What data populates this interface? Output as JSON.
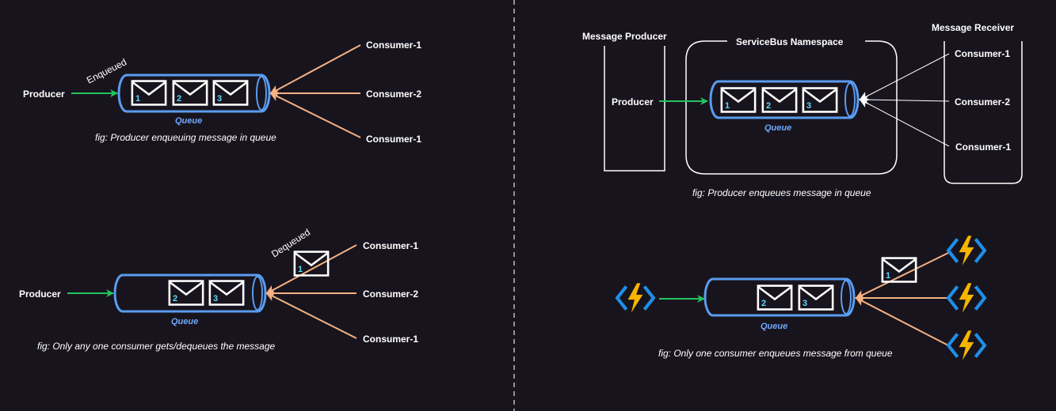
{
  "colors": {
    "background": "#18141d",
    "queue_border": "#5a9cf0",
    "producer_arrow": "#22c55e",
    "consumer_line_orange": "#f4b183",
    "consumer_line_white": "#ffffff",
    "queue_label": "#6fa8ff",
    "message_number": "#5fd8ff",
    "bolt_yellow": "#f7b500",
    "bracket_blue": "#1e8fe8"
  },
  "panel_top_left": {
    "producer_label": "Producer",
    "arrow_label": "Enqueued",
    "queue_label": "Queue",
    "messages": [
      "1",
      "2",
      "3"
    ],
    "consumers": [
      "Consumer-1",
      "Consumer-2",
      "Consumer-1"
    ],
    "caption": "fig: Producer enqueuing message in queue"
  },
  "panel_bottom_left": {
    "producer_label": "Producer",
    "arrow_label": "Dequeued",
    "queue_label": "Queue",
    "messages": [
      "2",
      "3"
    ],
    "dequeued_message": "1",
    "consumers": [
      "Consumer-1",
      "Consumer-2",
      "Consumer-1"
    ],
    "caption": "fig: Only any one consumer gets/dequeues the message"
  },
  "panel_top_right": {
    "producer_group_title": "Message Producer",
    "namespace_title": "ServiceBus Namespace",
    "receiver_group_title": "Message Receiver",
    "producer_label": "Producer",
    "queue_label": "Queue",
    "messages": [
      "1",
      "2",
      "3"
    ],
    "consumers": [
      "Consumer-1",
      "Consumer-2",
      "Consumer-1"
    ],
    "caption": "fig: Producer enqueues message in queue"
  },
  "panel_bottom_right": {
    "producer_icon": "azure-function-icon",
    "consumer_icon": "azure-function-icon",
    "queue_label": "Queue",
    "messages": [
      "2",
      "3"
    ],
    "dequeued_message": "1",
    "caption": "fig: Only one consumer enqueues message from queue"
  }
}
